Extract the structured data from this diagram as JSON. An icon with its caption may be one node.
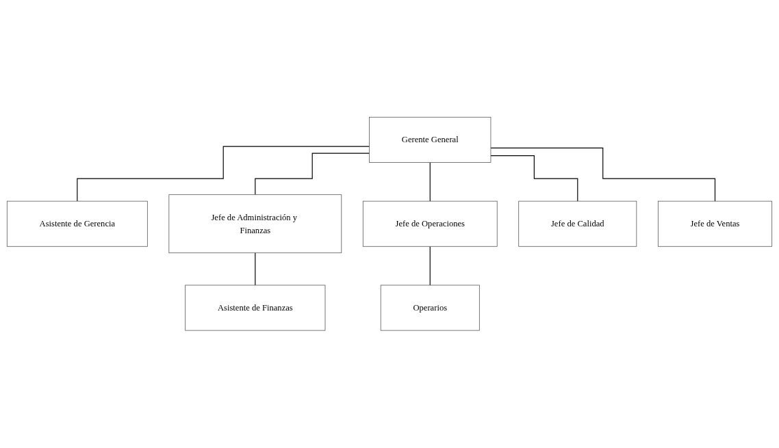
{
  "diagram": {
    "nodes": [
      {
        "text": [
          "Gerente General"
        ]
      },
      {
        "text": [
          "Asistente de Gerencia"
        ]
      },
      {
        "text": [
          "Jefe de Administración y Finanzas"
        ]
      },
      {
        "text": [
          "Jefe de Operaciones"
        ]
      },
      {
        "text": [
          "Jefe de Calidad"
        ]
      },
      {
        "text": [
          "Jefe de Ventas"
        ]
      },
      {
        "text": [
          "Asistente de Finanzas"
        ]
      },
      {
        "text": [
          "Operarios"
        ]
      }
    ],
    "edges": [
      {
        "from": 0,
        "to": 1,
        "arrow": "none"
      },
      {
        "from": 0,
        "to": 2,
        "arrow": "none"
      },
      {
        "from": 0,
        "to": 3,
        "arrow": "none"
      },
      {
        "from": 0,
        "to": 4,
        "arrow": "none"
      },
      {
        "from": 0,
        "to": 5,
        "arrow": "none"
      },
      {
        "from": 2,
        "to": 6,
        "arrow": "none"
      },
      {
        "from": 3,
        "to": 7,
        "arrow": "none"
      }
    ]
  }
}
